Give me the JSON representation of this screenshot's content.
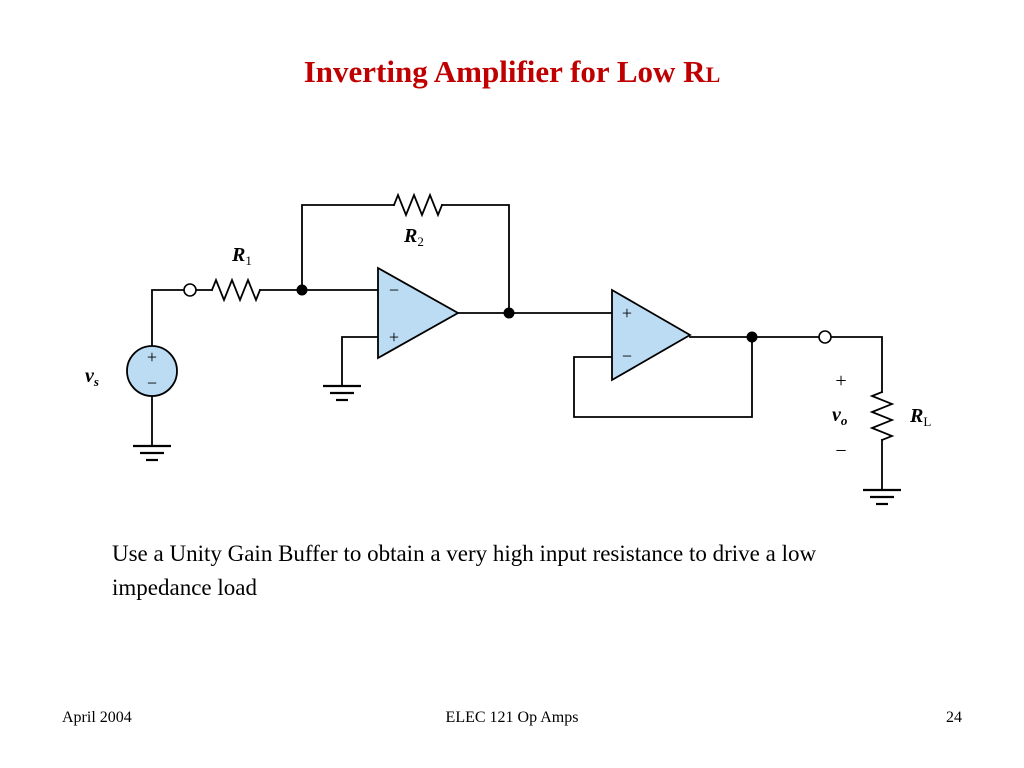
{
  "slide": {
    "title_main": "Inverting Amplifier for Low R",
    "title_sub": "L",
    "body": "Use a Unity Gain Buffer to obtain a very high input resistance to drive a low impedance load"
  },
  "circuit": {
    "r1_main": "R",
    "r1_sub": "1",
    "r2_main": "R",
    "r2_sub": "2",
    "rl_main": "R",
    "rl_sub": "L",
    "vs_main": "v",
    "vs_sub": "s",
    "vo_main": "v",
    "vo_sub": "o",
    "plus": "+",
    "minus": "−",
    "opamp_fill": "#bcdcf4"
  },
  "footer": {
    "left": "April  2004",
    "center": "ELEC 121  Op Amps",
    "right": "24"
  }
}
